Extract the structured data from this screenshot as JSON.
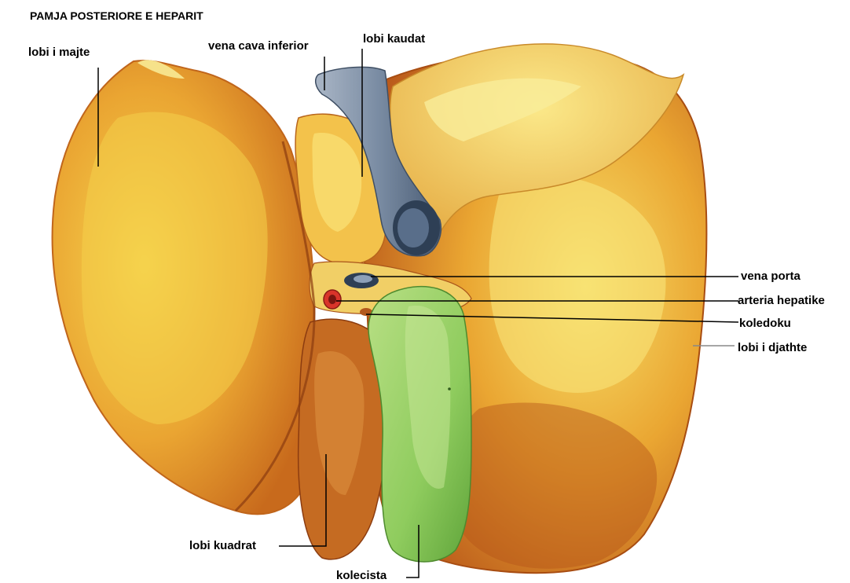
{
  "title": "PAMJA POSTERIORE E HEPARIT",
  "labels": {
    "left_lobe": "lobi i majte",
    "ivc": "vena cava inferior",
    "caudate": "lobi kaudat",
    "portal_vein": "vena porta",
    "hepatic_artery": "arteria hepatike",
    "bile_duct": "koledoku",
    "right_lobe": "lobi i djathte",
    "quadrate": "lobi kuadrat",
    "gallbladder": "kolecista"
  },
  "colors": {
    "liver_light": "#f7e36a",
    "liver_mid": "#e9a531",
    "liver_dark": "#c8681a",
    "liver_shadow": "#a84d12",
    "vein": "#6f8199",
    "vein_dark": "#2e3f55",
    "artery": "#d9342a",
    "gallbladder": "#8fcc5e",
    "gallbladder_dark": "#5fa43a",
    "leader_line": "#000000"
  }
}
